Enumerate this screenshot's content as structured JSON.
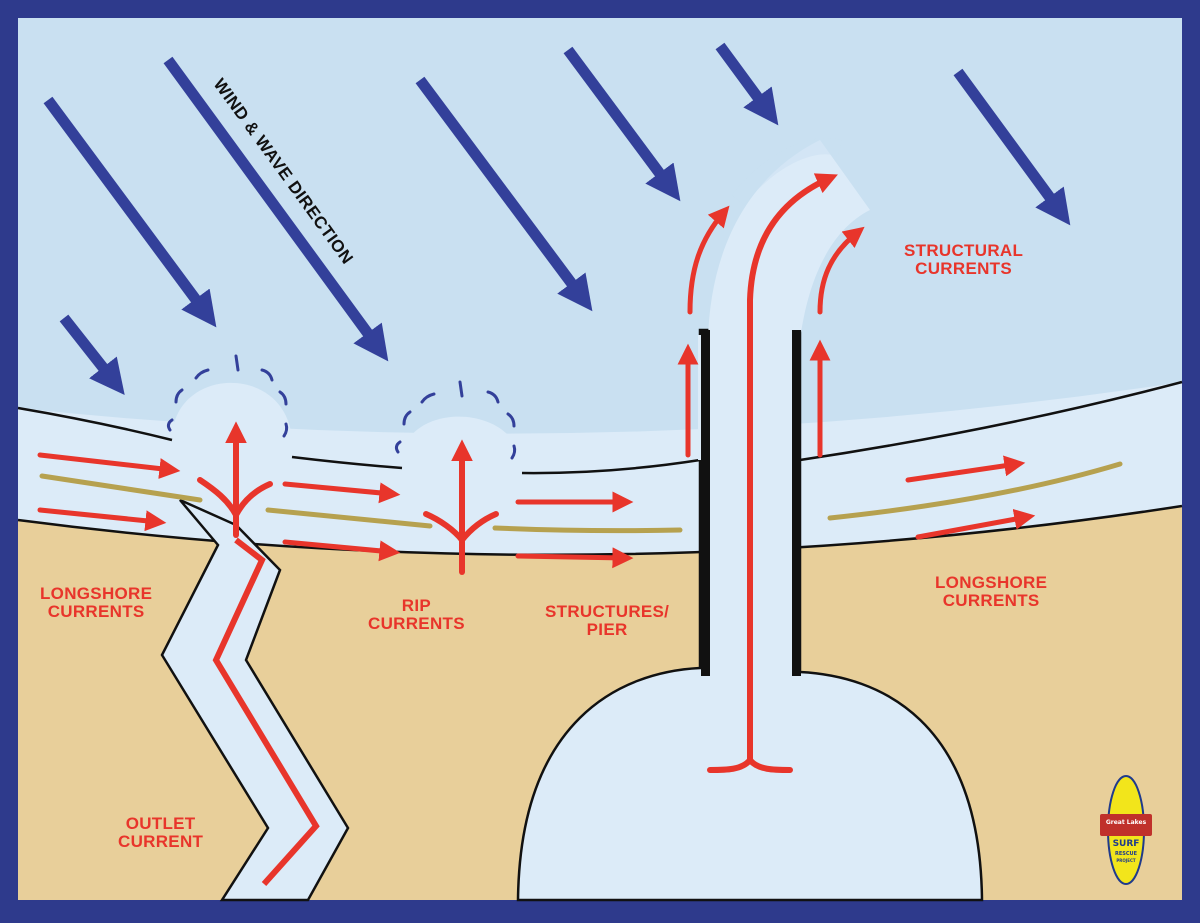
{
  "colors": {
    "frame": "#2e3a8c",
    "sky_water": "#c9e0f1",
    "nearshore_water": "#dcebf8",
    "sand": "#e8cf9a",
    "arrow_blue": "#33409a",
    "current_red": "#e8352b",
    "sandbar": "#b6a14f",
    "pier": "#111111",
    "logo_yellow": "#f2e51b"
  },
  "labels": {
    "wind_direction": "WIND & WAVE DIRECTION",
    "longshore_left": [
      "LONGSHORE",
      "CURRENTS"
    ],
    "rip": [
      "RIP",
      "CURRENTS"
    ],
    "structures": [
      "STRUCTURES/",
      "PIER"
    ],
    "longshore_right": [
      "LONGSHORE",
      "CURRENTS"
    ],
    "structural": [
      "STRUCTURAL",
      "CURRENTS"
    ],
    "outlet": [
      "OUTLET",
      "CURRENT"
    ]
  },
  "logo": {
    "top": "Great Lakes",
    "main": "SURF",
    "line2": "RESCUE",
    "line3": "PROJECT"
  }
}
